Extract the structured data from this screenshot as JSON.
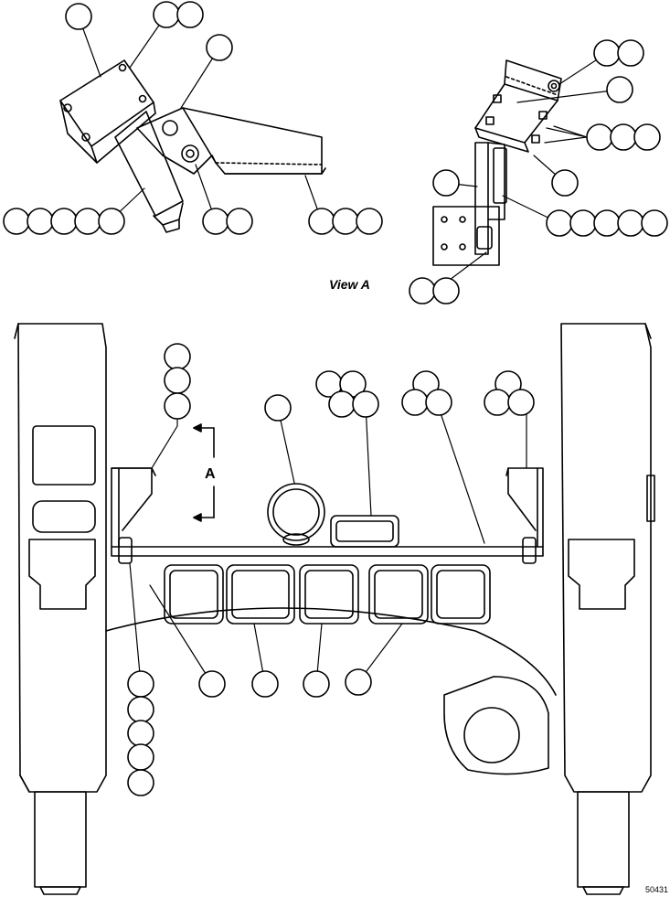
{
  "diagram": {
    "view_label": "View A",
    "section_letter": "A",
    "figure_number": "50431",
    "balloon_text": ""
  }
}
